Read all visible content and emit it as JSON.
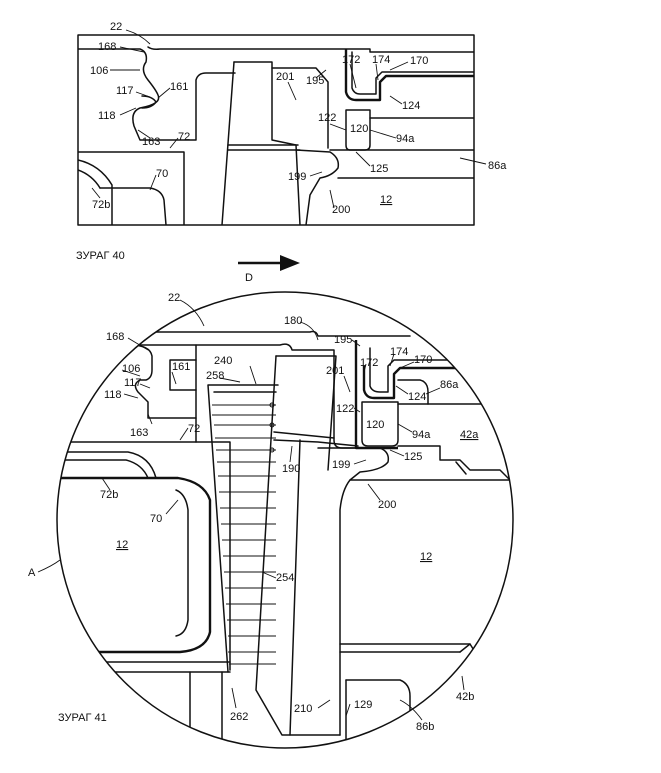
{
  "fig40": {
    "caption": "ЗУРАГ 40",
    "labels": {
      "l22": "22",
      "l168": "168",
      "l106": "106",
      "l117": "117",
      "l118": "118",
      "l161": "161",
      "l163": "163",
      "l72": "72",
      "l70": "70",
      "l72b": "72b",
      "l201": "201",
      "l195": "195",
      "l172": "172",
      "l174": "174",
      "l170": "170",
      "l124": "124",
      "l122": "122",
      "l120": "120",
      "l94a": "94a",
      "l125": "125",
      "l86a": "86a",
      "l199": "199",
      "l200": "200",
      "l12": "12"
    }
  },
  "direction": {
    "label": "D"
  },
  "fig41": {
    "caption": "ЗУРАГ 41",
    "labels": {
      "l22": "22",
      "l180": "180",
      "l195": "195",
      "l168": "168",
      "l240": "240",
      "l258": "258",
      "l106": "106",
      "l161": "161",
      "l117": "117",
      "l118": "118",
      "l163": "163",
      "l72": "72",
      "l172": "172",
      "l174": "174",
      "l170": "170",
      "l201": "201",
      "l86a": "86a",
      "l124": "124",
      "l122": "122",
      "l120": "120",
      "l94a": "94a",
      "l42a": "42a",
      "l125": "125",
      "l190": "190",
      "l199": "199",
      "l72b": "72b",
      "l70": "70",
      "l200": "200",
      "l12left": "12",
      "l12right": "12",
      "lA": "A",
      "l254": "254",
      "l42b": "42b",
      "l129": "129",
      "l210": "210",
      "l262": "262",
      "l86b": "86b"
    }
  }
}
